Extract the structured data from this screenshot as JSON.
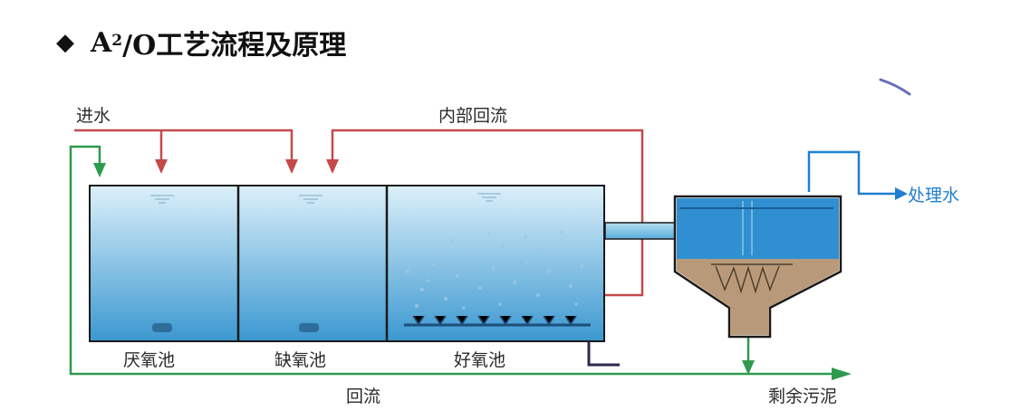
{
  "title": {
    "bullet": "◆",
    "prefix": "A",
    "superscript": "2",
    "rest": "/O工艺流程及原理"
  },
  "labels": {
    "inlet": "进水",
    "internal_recycle": "内部回流",
    "treated_water": "处理水",
    "return_flow": "回流",
    "excess_sludge": "剩余污泥"
  },
  "tanks": [
    {
      "name": "厌氧池"
    },
    {
      "name": "缺氧池"
    },
    {
      "name": "好氧池"
    }
  ],
  "colors": {
    "inlet_line": "#c44a4a",
    "return_line": "#2e9a4c",
    "treated_line": "#1f7fd0",
    "water_top": "#d6ecf8",
    "water_bottom": "#3e9bd2",
    "sludge": "#b89a7a"
  }
}
